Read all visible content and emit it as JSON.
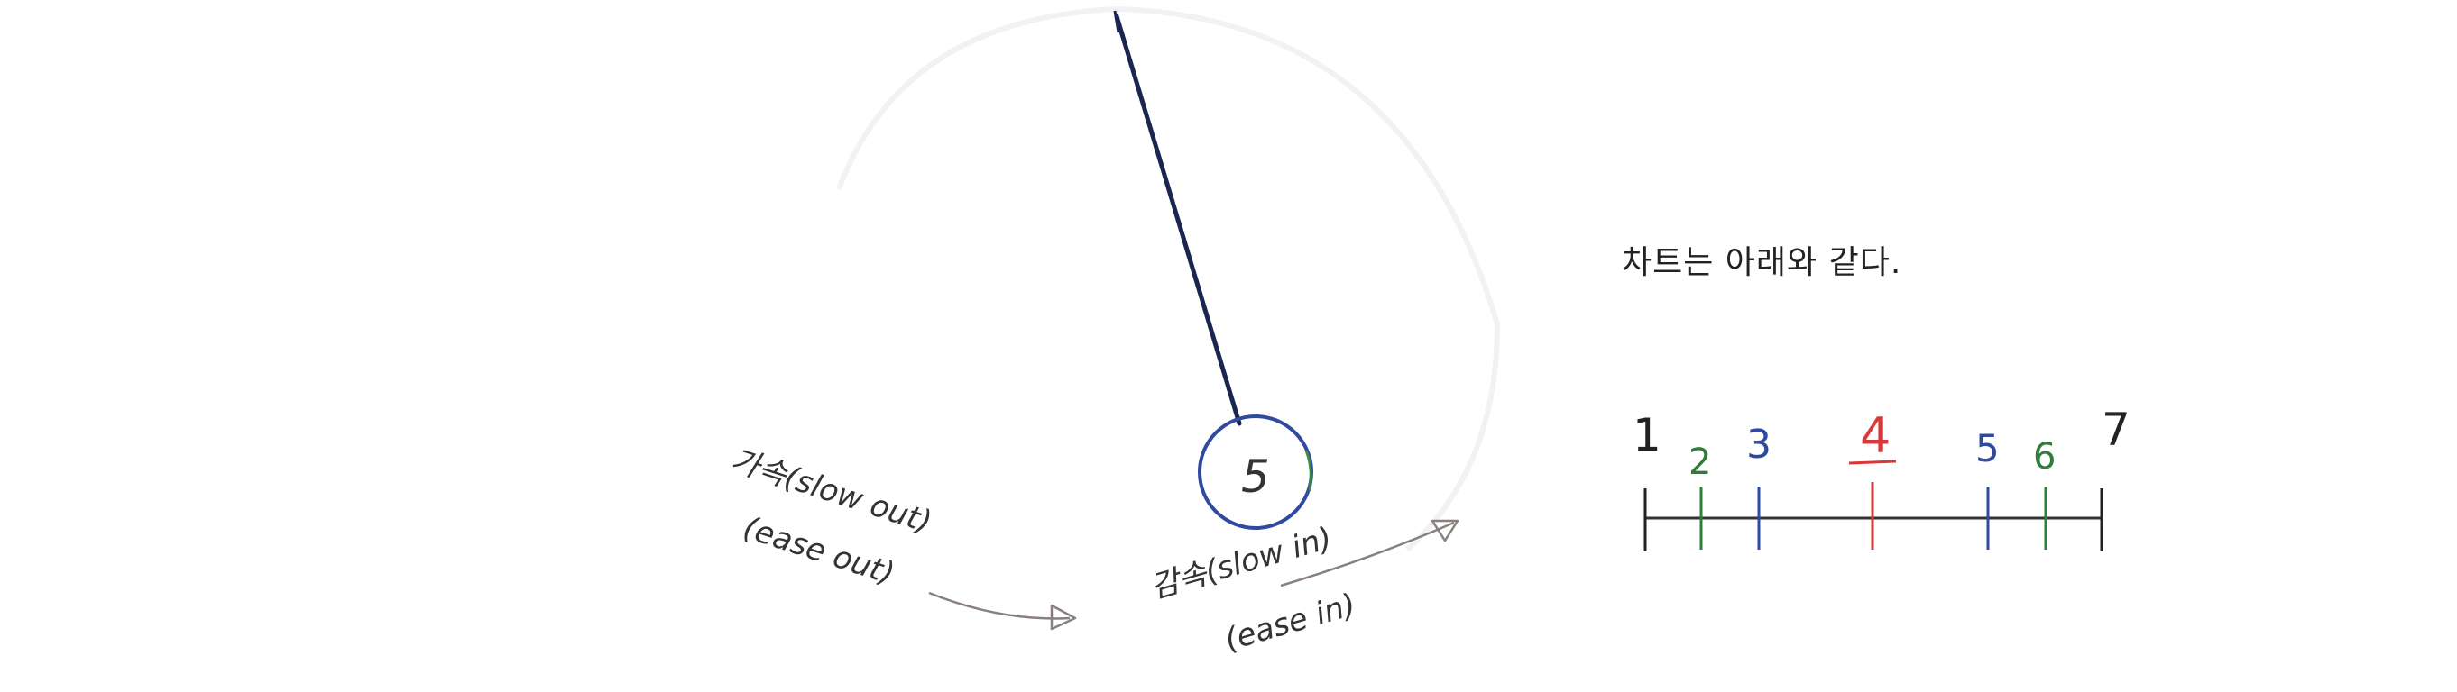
{
  "caption": "차트는 아래와 같다.",
  "pendulum": {
    "bob_label": "5"
  },
  "annotations": {
    "left": {
      "line1": "가속(slow out)",
      "line2": "(ease out)"
    },
    "right": {
      "line1": "감속(slow in)",
      "line2": "(ease in)"
    }
  },
  "timing_chart": {
    "ticks": [
      {
        "label": "1",
        "color": "#222222",
        "value": 1
      },
      {
        "label": "2",
        "color": "#2e7d3a",
        "value": 2
      },
      {
        "label": "3",
        "color": "#2f4aa0",
        "value": 3
      },
      {
        "label": "4",
        "color": "#d9383a",
        "value": 4
      },
      {
        "label": "5",
        "color": "#2f4aa0",
        "value": 5
      },
      {
        "label": "6",
        "color": "#2e7d3a",
        "value": 6
      },
      {
        "label": "7",
        "color": "#222222",
        "value": 7
      }
    ]
  },
  "colors": {
    "pendulum_rod": "#1a2550",
    "bob_outline": "#2f4aa0",
    "arrow": "#8a7f7f",
    "axis": "#333333"
  }
}
